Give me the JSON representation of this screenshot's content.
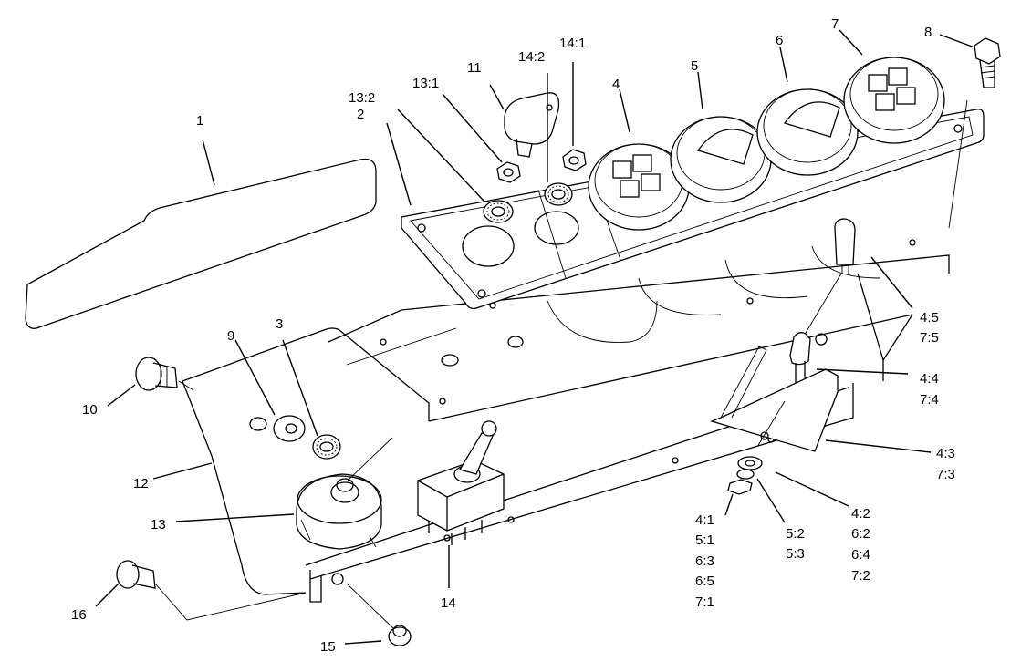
{
  "callouts": [
    {
      "id": "c1",
      "lines": [
        "1"
      ]
    },
    {
      "id": "c2",
      "lines": [
        "2"
      ]
    },
    {
      "id": "c3",
      "lines": [
        "3"
      ]
    },
    {
      "id": "c4",
      "lines": [
        "4"
      ]
    },
    {
      "id": "c5",
      "lines": [
        "5"
      ]
    },
    {
      "id": "c6",
      "lines": [
        "6"
      ]
    },
    {
      "id": "c7",
      "lines": [
        "7"
      ]
    },
    {
      "id": "c8",
      "lines": [
        "8"
      ]
    },
    {
      "id": "c9",
      "lines": [
        "9"
      ]
    },
    {
      "id": "c10",
      "lines": [
        "10"
      ]
    },
    {
      "id": "c11",
      "lines": [
        "11"
      ]
    },
    {
      "id": "c12",
      "lines": [
        "12"
      ]
    },
    {
      "id": "c13",
      "lines": [
        "13"
      ]
    },
    {
      "id": "c13_1",
      "lines": [
        "13:1"
      ]
    },
    {
      "id": "c13_2",
      "lines": [
        "13:2"
      ]
    },
    {
      "id": "c14",
      "lines": [
        "14"
      ]
    },
    {
      "id": "c14_1",
      "lines": [
        "14:1"
      ]
    },
    {
      "id": "c14_2",
      "lines": [
        "14:2"
      ]
    },
    {
      "id": "c15",
      "lines": [
        "15"
      ]
    },
    {
      "id": "c16",
      "lines": [
        "16"
      ]
    },
    {
      "id": "c45",
      "lines": [
        "4:5",
        "7:5"
      ]
    },
    {
      "id": "c44",
      "lines": [
        "4:4",
        "7:4"
      ]
    },
    {
      "id": "c43",
      "lines": [
        "4:3",
        "7:3"
      ]
    },
    {
      "id": "c42",
      "lines": [
        "4:2",
        "6:2",
        "6:4",
        "7:2"
      ]
    },
    {
      "id": "c52",
      "lines": [
        "5:2",
        "5:3"
      ]
    },
    {
      "id": "c41",
      "lines": [
        "4:1",
        "5:1",
        "6:3",
        "6:5",
        "7:1"
      ]
    }
  ]
}
